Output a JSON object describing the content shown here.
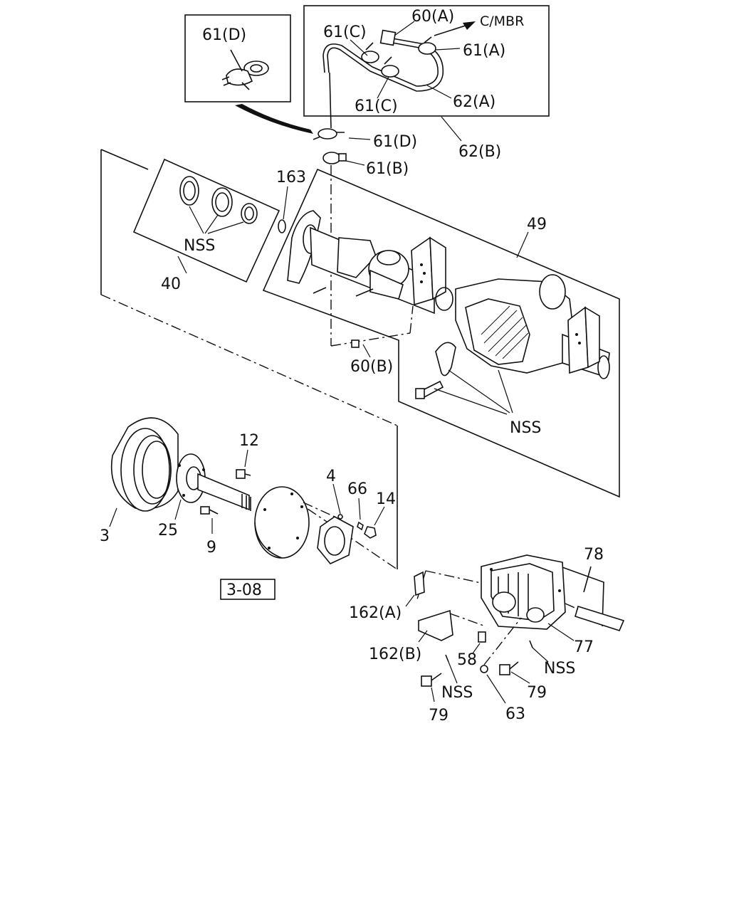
{
  "diagram": {
    "labels": {
      "l61d_inset": "61(D)",
      "l60a": "60(A)",
      "lcmbr": "C/MBR",
      "l61c_top": "61(C)",
      "l61a": "61(A)",
      "l61c_bot": "61(C)",
      "l62a": "62(A)",
      "l62b": "62(B)",
      "l61d": "61(D)",
      "l61b": "61(B)",
      "l163": "163",
      "lnss_seals": "NSS",
      "l40": "40",
      "l49": "49",
      "l60b": "60(B)",
      "lnss_housing": "NSS",
      "l12": "12",
      "l4": "4",
      "l66": "66",
      "l14": "14",
      "l3": "3",
      "l25": "25",
      "l9": "9",
      "l3_08": "3-08",
      "l78": "78",
      "l162a": "162(A)",
      "l162b": "162(B)",
      "l58": "58",
      "l77": "77",
      "lnss_cover_r": "NSS",
      "lnss_cover_l": "NSS",
      "l79_r": "79",
      "l79_l": "79",
      "l63": "63"
    }
  }
}
